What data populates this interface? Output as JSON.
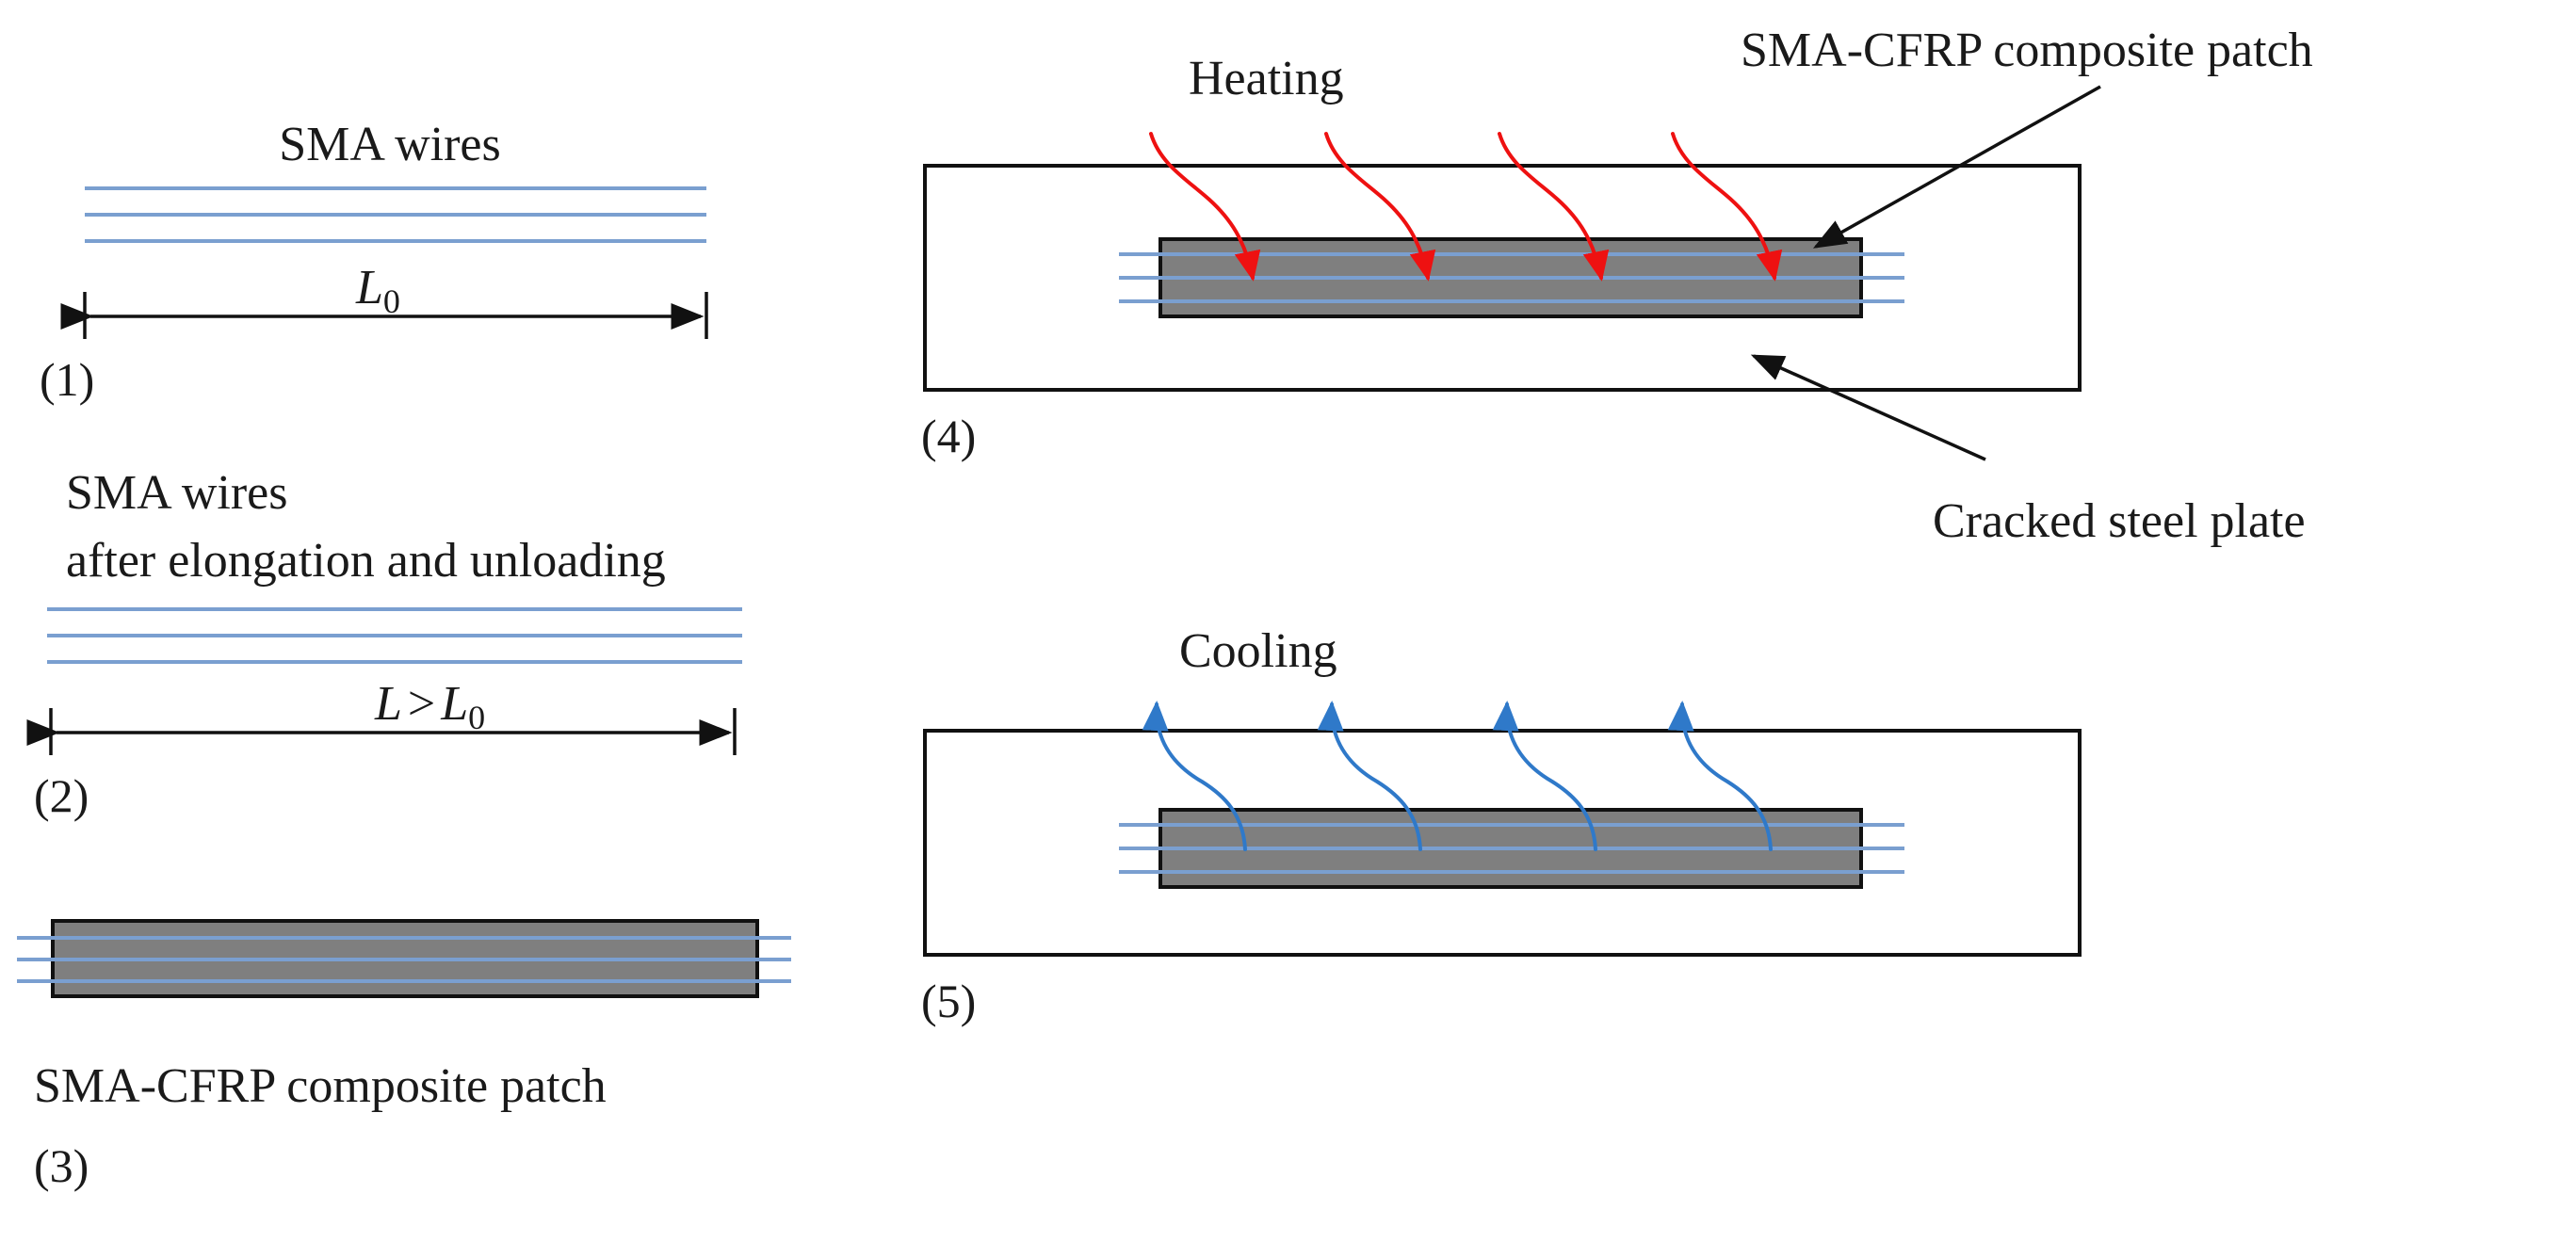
{
  "colors": {
    "wire": "#7a9fd0",
    "patch_fill": "#7f7f7f",
    "outline": "#111111",
    "heat_arrow": "#ee1111",
    "cool_arrow": "#2f79c9",
    "background": "#ffffff"
  },
  "panel1": {
    "title": "SMA wires",
    "length_label": "L",
    "length_sub": "0",
    "step": "(1)"
  },
  "panel2": {
    "title_line1": "SMA wires",
    "title_line2": "after elongation and unloading",
    "length_label_L": "L",
    "length_symbol": ">",
    "length_label_L0": "L",
    "length_sub": "0",
    "step": "(2)"
  },
  "panel3": {
    "caption": "SMA-CFRP composite patch",
    "step": "(3)"
  },
  "panel4": {
    "heating_label": "Heating",
    "patch_callout": "SMA-CFRP composite patch",
    "plate_callout": "Cracked steel plate",
    "step": "(4)"
  },
  "panel5": {
    "cooling_label": "Cooling",
    "step": "(5)"
  }
}
